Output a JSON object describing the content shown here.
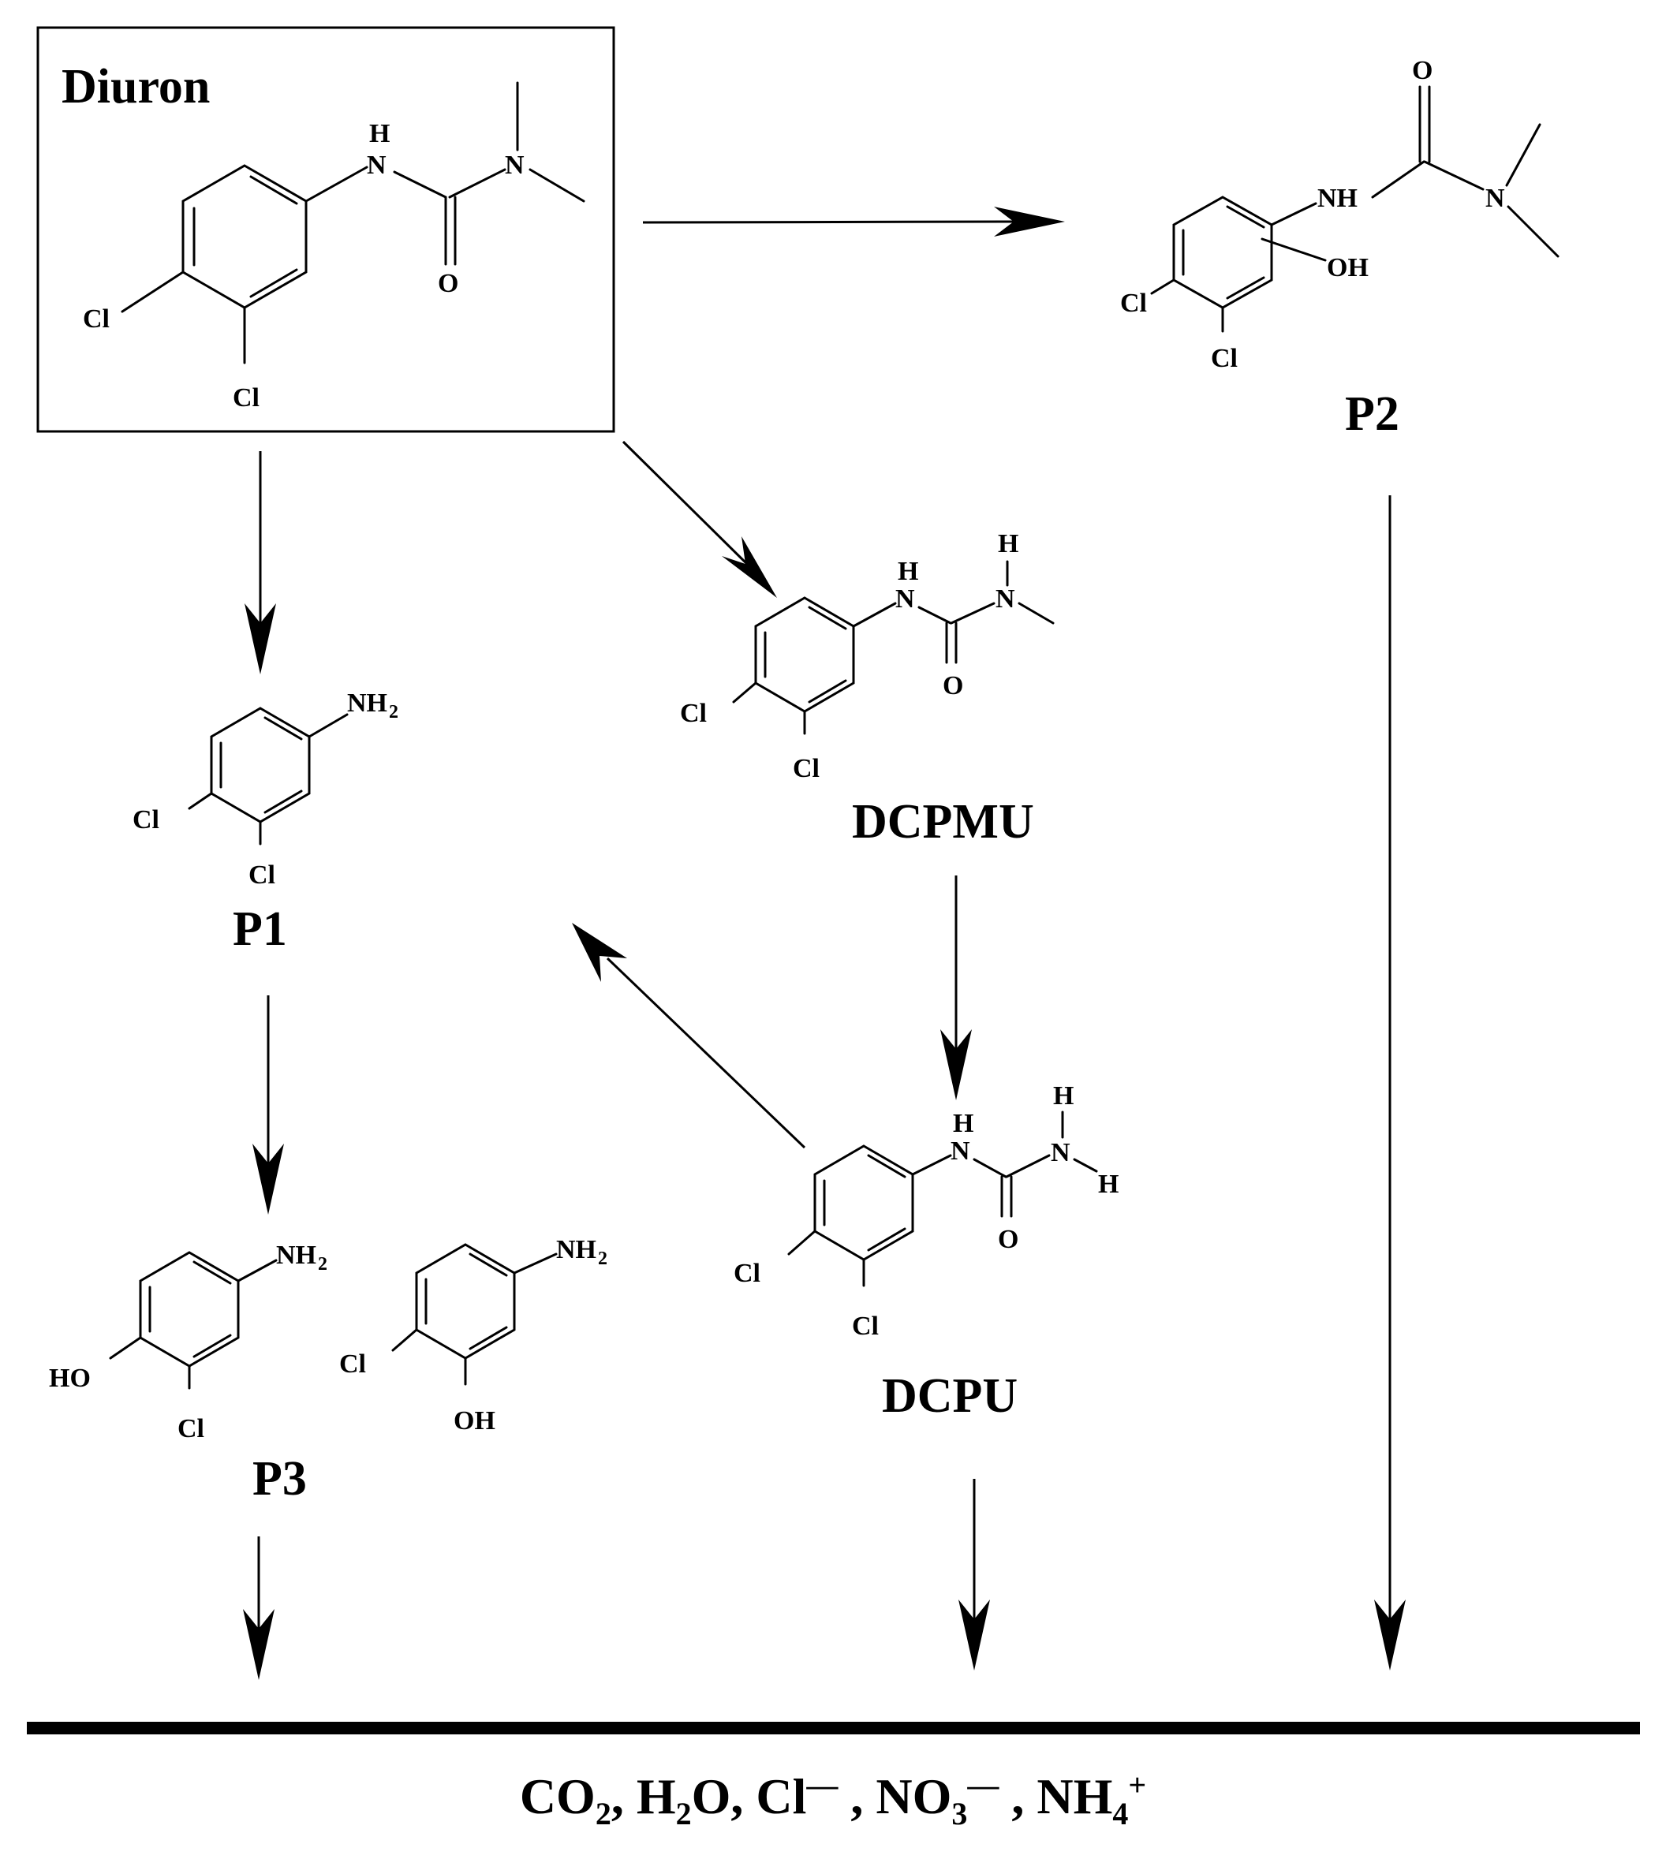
{
  "compounds": {
    "diuron": {
      "label": "Diuron"
    },
    "p1": {
      "label": "P1"
    },
    "p2": {
      "label": "P2"
    },
    "p3": {
      "label": "P3"
    },
    "dcpmu": {
      "label": "DCPMU"
    },
    "dcpu": {
      "label": "DCPU"
    }
  },
  "atoms": {
    "cl": "Cl",
    "h": "H",
    "n": "N",
    "o": "O",
    "nh": "NH",
    "oh": "OH",
    "ho": "HO",
    "nh2": "NH",
    "sub2": "2"
  },
  "final_products": {
    "co": "CO",
    "co_sub": "2",
    "h": "H",
    "h_sub": "2",
    "o": "O, ",
    "cl": "Cl",
    "cl_sup": "—",
    "no": "NO",
    "no_sub": "3",
    "no_sup": "—",
    "nh": "NH",
    "nh_sub": "4",
    "nh_sup": "+",
    "sep1": ", ",
    "sep2": " , ",
    "sep3": " , "
  }
}
